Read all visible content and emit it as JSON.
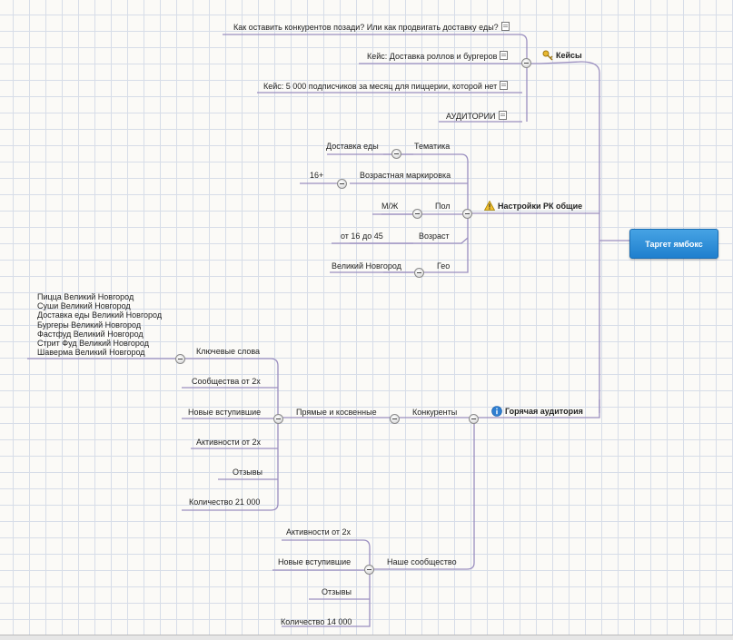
{
  "root": {
    "label": "Таргет ямбокс"
  },
  "branches": {
    "cases": {
      "label": "Кейсы",
      "icon": "key-icon",
      "items": [
        "Как оставить конкурентов позади? Или как продвигать доставку еды?",
        "Кейс: Доставка роллов и бургеров",
        "Кейс: 5 000 подписчиков за месяц для пиццерии, которой нет",
        "АУДИТОРИИ"
      ]
    },
    "settings": {
      "label": "Настройки РК общие",
      "icon": "warning-icon",
      "items": [
        {
          "label": "Тематика",
          "value": "Доставка еды"
        },
        {
          "label": "Возрастная маркировка",
          "value": "16+"
        },
        {
          "label": "Пол",
          "value": "М/Ж"
        },
        {
          "label": "Возраст",
          "value": "от 16 до 45"
        },
        {
          "label": "Гео",
          "value": "Великий Новгород"
        }
      ]
    },
    "hot": {
      "label": "Горячая аудитория",
      "icon": "info-icon",
      "competitors": {
        "label": "Конкуренты",
        "direct": {
          "label": "Прямые и косвенные",
          "keywords": {
            "label": "Ключевые слова",
            "items": [
              "Пицца Великий Новгород",
              "Суши Великий Новгород",
              "Доставка еды Великий Новгород",
              "Бургеры Великий Новгород",
              "Фастфуд Великий Новгород",
              "Стрит Фуд Великий Новгород",
              "Шаверма Великий Новгород"
            ]
          },
          "items": [
            "Сообщества от 2х",
            "Новые вступившие",
            "Активности от 2х",
            "Отзывы",
            "Количество 21 000"
          ]
        }
      },
      "own": {
        "label": "Наше сообщество",
        "items": [
          "Активности от 2х",
          "Новые вступившие",
          "Отзывы",
          "Количество 14 000"
        ]
      }
    }
  },
  "colors": {
    "connector": "#9b8fc0",
    "root_fill": "#2a8bd8",
    "grid": "#d7dde8"
  }
}
